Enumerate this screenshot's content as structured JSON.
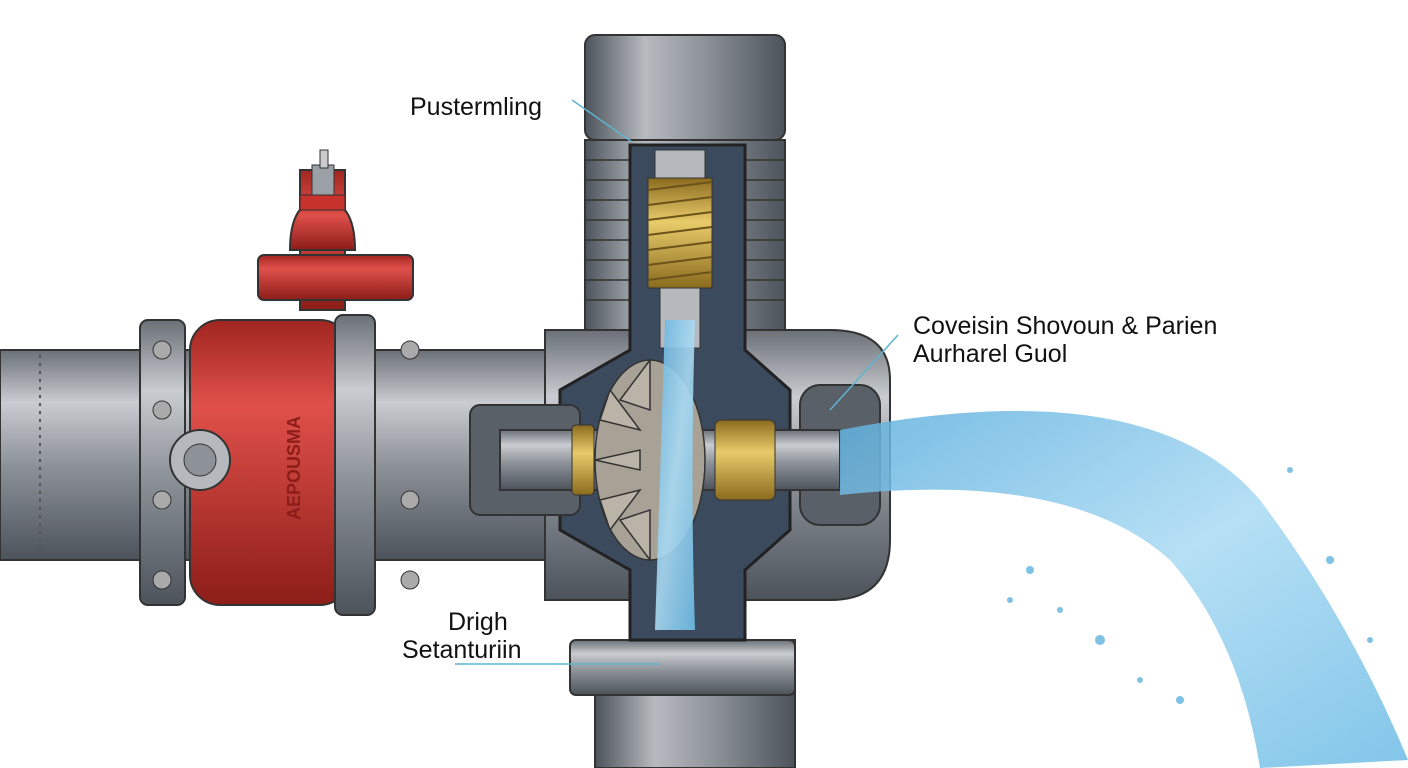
{
  "diagram": {
    "labels": {
      "top": "Pustermling",
      "right_line1": "Coveisin Shovoun & Parien",
      "right_line2": "Aurharel Guol",
      "bottom_line1": "Drigh",
      "bottom_line2": "Setanturiin"
    },
    "valve_casting_text": "AEPOUSMA",
    "colors": {
      "steel": "#8d9299",
      "steel_dark": "#4d535b",
      "valve_red": "#c8322c",
      "water": "#8cc9ea",
      "brass": "#c9a640",
      "leader_line": "#5fb4cf"
    }
  }
}
